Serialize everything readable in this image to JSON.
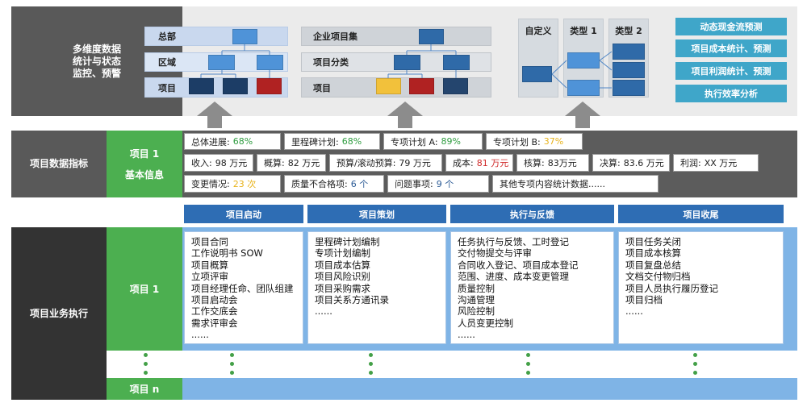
{
  "left_labels": {
    "monitoring": [
      "多维度数据",
      "统计与状态",
      "监控、预警"
    ],
    "indicators": "项目数据指标",
    "execution": "项目业务执行"
  },
  "org_panel": {
    "rows": [
      "总部",
      "区域",
      "项目"
    ]
  },
  "portfolio_panel": {
    "rows": [
      "企业项目集",
      "项目分类",
      "项目"
    ]
  },
  "types_panel": {
    "custom": "自定义",
    "type1": "类型 1",
    "type2": "类型 2"
  },
  "analysis_items": [
    "动态现金流预测",
    "项目成本统计、预测",
    "项目利润统计、预测",
    "执行效率分析"
  ],
  "project_block": {
    "name": "项目 1",
    "sub": "基本信息"
  },
  "metrics": {
    "row1": [
      {
        "label": "总体进展:",
        "value": "68%",
        "tone": "green"
      },
      {
        "label": "里程碑计划:",
        "value": "68%",
        "tone": "green"
      },
      {
        "label": "专项计划 A:",
        "value": "89%",
        "tone": "green"
      },
      {
        "label": "专项计划 B:",
        "value": "37%",
        "tone": "yellow"
      }
    ],
    "row2": [
      {
        "label": "收入:",
        "value": "98 万元",
        "tone": "plain"
      },
      {
        "label": "概算:",
        "value": "82 万元",
        "tone": "plain"
      },
      {
        "label": "预算/滚动预算:",
        "value": "79 万元",
        "tone": "plain"
      },
      {
        "label": "成本:",
        "value": "81 万元",
        "tone": "red"
      },
      {
        "label": "核算:",
        "value": "83万元",
        "tone": "plain"
      },
      {
        "label": "决算:",
        "value": "83.6 万元",
        "tone": "plain"
      },
      {
        "label": "利润:",
        "value": "XX 万元",
        "tone": "plain"
      }
    ],
    "row3": [
      {
        "label": "变更情况:",
        "value": "23 次",
        "tone": "yellow"
      },
      {
        "label": "质量不合格项:",
        "value": "6 个",
        "tone": "blue"
      },
      {
        "label": "问题事项:",
        "value": "9 个",
        "tone": "blue"
      },
      {
        "label": "其他专项内容统计数据......",
        "value": "",
        "tone": "plain"
      }
    ]
  },
  "phases": [
    {
      "title": "项目启动",
      "items": [
        "项目合同",
        "工作说明书 SOW",
        "项目概算",
        "立项评审",
        "项目经理任命、团队组建",
        "项目启动会",
        "工作交底会",
        "需求评审会",
        "......"
      ]
    },
    {
      "title": "项目策划",
      "items": [
        "里程碑计划编制",
        "专项计划编制",
        "项目成本估算",
        "项目风险识别",
        "项目采购需求",
        "项目关系方通讯录",
        "......"
      ]
    },
    {
      "title": "执行与反馈",
      "items": [
        "任务执行与反馈、工时登记",
        "交付物提交与评审",
        "合同收入登记、项目成本登记",
        "范围、进度、成本变更管理",
        "质量控制",
        "沟通管理",
        "风险控制",
        "人员变更控制",
        "......"
      ]
    },
    {
      "title": "项目收尾",
      "items": [
        "项目任务关闭",
        "项目成本核算",
        "项目复盘总结",
        "文档交付物归档",
        "项目人员执行履历登记",
        "项目归档",
        "......"
      ]
    }
  ],
  "exec_project_label": "项目 1",
  "last_project_label": "项目 n",
  "colors": {
    "header_blue": "#2e6db4",
    "green": "#4caf50",
    "teal": "#3fa6c9",
    "light_blue": "#7fb4e6",
    "dark_gray": "#333333",
    "mid_gray": "#595959"
  }
}
